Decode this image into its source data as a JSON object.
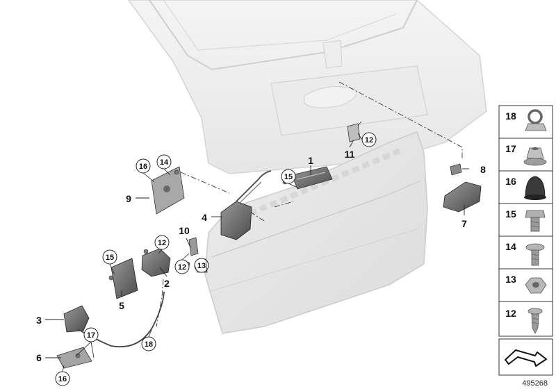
{
  "labels": {
    "l1": "1",
    "l2": "2",
    "l3": "3",
    "l4": "4",
    "l5": "5",
    "l6": "6",
    "l7": "7",
    "l8": "8",
    "l9": "9",
    "l10": "10",
    "l11": "11"
  },
  "circled": {
    "c12a": "12",
    "c12b": "12",
    "c12c": "12",
    "c13": "13",
    "c14": "14",
    "c15a": "15",
    "c15b": "15",
    "c16a": "16",
    "c16b": "16",
    "c17": "17",
    "c18": "18"
  },
  "sidebar": {
    "items": [
      {
        "number": "18",
        "icon": "eye-bolt-icon"
      },
      {
        "number": "17",
        "icon": "flange-nut-icon"
      },
      {
        "number": "16",
        "icon": "rubber-cap-icon"
      },
      {
        "number": "15",
        "icon": "hex-bolt-icon"
      },
      {
        "number": "14",
        "icon": "flange-screw-icon"
      },
      {
        "number": "13",
        "icon": "hex-nut-icon"
      },
      {
        "number": "12",
        "icon": "self-tapping-screw-icon"
      }
    ],
    "footer_icon": "direction-arrow-icon"
  },
  "diagram_id": "495268"
}
